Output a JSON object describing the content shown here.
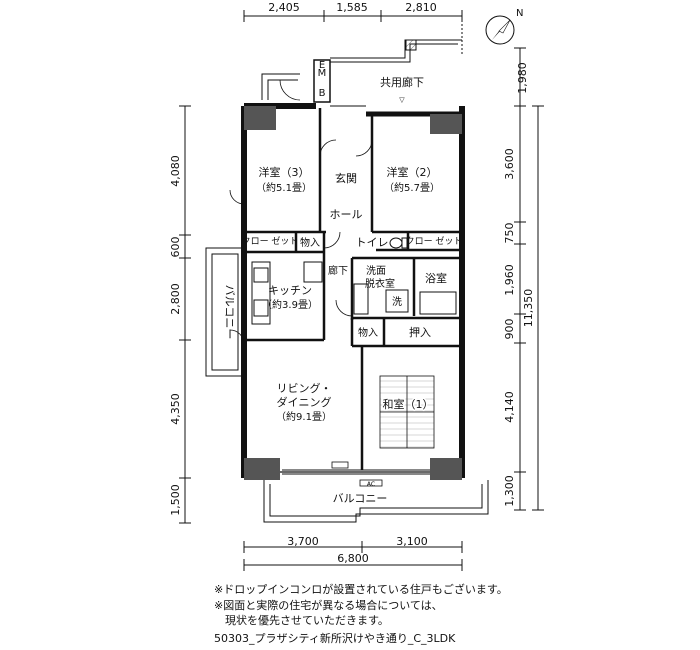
{
  "top_dims": [
    "2,405",
    "1,585",
    "2,810"
  ],
  "bottom_dims": [
    "3,700",
    "3,100"
  ],
  "bottom_total": "6,800",
  "left_dims": [
    "4,080",
    "600",
    "2,800",
    "4,350",
    "1,500"
  ],
  "right_dims": [
    "1,980",
    "3,600",
    "750",
    "1,960",
    "900",
    "4,140",
    "1,300"
  ],
  "right_total": "11,350",
  "compass": "N",
  "rooms": {
    "kyoyo_roka": "共用廊下",
    "mb": "MB",
    "youshitsu3": "洋室（3）",
    "youshitsu3_size": "（約5.1畳）",
    "genkan": "玄関",
    "youshitsu2": "洋室（2）",
    "youshitsu2_size": "（約5.7畳）",
    "hall": "ホール",
    "closet_left": "クロー ゼット",
    "monoire_top": "物入",
    "toilet": "トイレ",
    "closet_right": "クロー ゼット",
    "balcony_left": "バルコニー",
    "kitchen": "キッチン",
    "kitchen_size": "（約3.9畳）",
    "roka": "廊下",
    "senmen": "洗面",
    "datsui": "脱衣室",
    "sen": "洗",
    "yokushitsu": "浴室",
    "monoire_mid": "物入",
    "oshiire": "押入",
    "living1": "リビング・",
    "living2": "ダイニング",
    "living_size": "（約9.1畳）",
    "washitsu": "和室（1）",
    "balcony_bottom": "バルコニー",
    "ac": "AC"
  },
  "notes": [
    "※ドロップインコンロが設置されている住戸もございます。",
    "※図面と実際の住宅が異なる場合については、",
    "　現状を優先させていただきます。"
  ],
  "footer": "50303_プラザシティ新所沢けやき通り_C_3LDK"
}
